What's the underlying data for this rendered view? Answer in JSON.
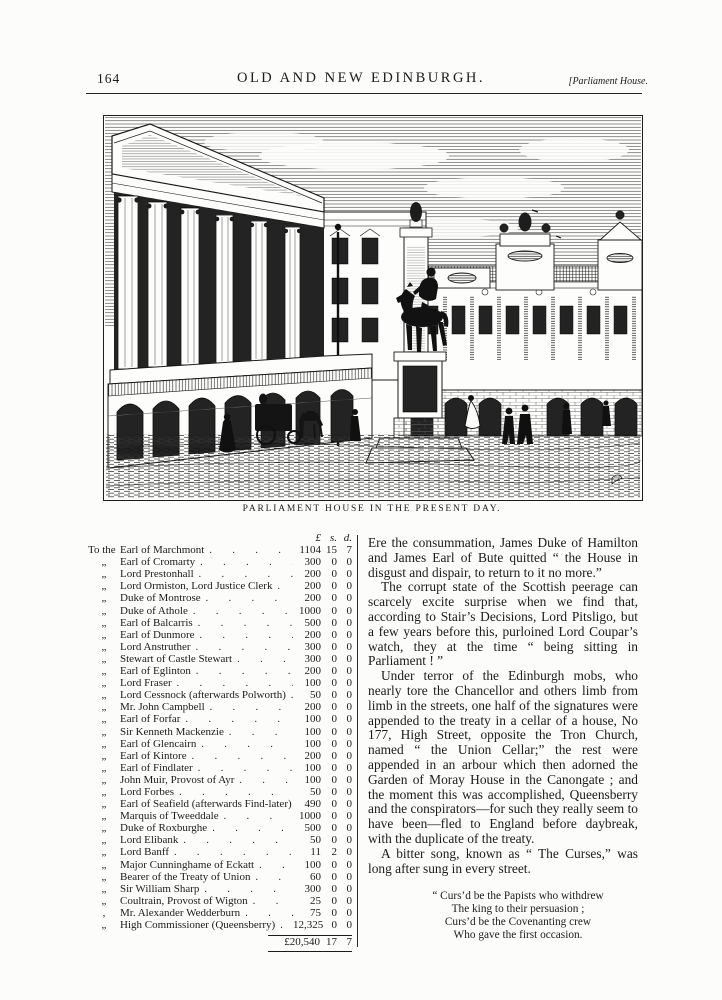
{
  "colors": {
    "paper": "#fcfcfa",
    "ink": "#1b1b1b"
  },
  "header": {
    "page_number": "164",
    "title": "OLD AND NEW EDINBURGH.",
    "section_note": "[Parliament House."
  },
  "figure": {
    "caption": "PARLIAMENT HOUSE IN THE PRESENT DAY.",
    "description": "Engraved view of Parliament Square: the columned portico of Parliament House at the left, arcaded classical facades enclosing the square, the equestrian statue of Charles II on a tall pedestal, with figures and a carriage in the courtyard."
  },
  "ledger": {
    "columns": {
      "pounds": "£",
      "shillings": "s.",
      "pence": "d."
    },
    "rows": [
      {
        "prefix": "To the",
        "name": "Earl of Marchmont",
        "pounds": "1104",
        "shillings": "15",
        "pence": "7"
      },
      {
        "prefix": "„",
        "name": "Earl of Cromarty",
        "pounds": "300",
        "shillings": "0",
        "pence": "0"
      },
      {
        "prefix": "„",
        "name": "Lord Prestonhall",
        "pounds": "200",
        "shillings": "0",
        "pence": "0"
      },
      {
        "prefix": "„",
        "name": "Lord Ormiston, Lord Justice Clerk",
        "pounds": "200",
        "shillings": "0",
        "pence": "0"
      },
      {
        "prefix": "„",
        "name": "Duke of Montrose",
        "pounds": "200",
        "shillings": "0",
        "pence": "0"
      },
      {
        "prefix": "„",
        "name": "Duke of Athole",
        "pounds": "1000",
        "shillings": "0",
        "pence": "0"
      },
      {
        "prefix": "„",
        "name": "Earl of Balcarris",
        "pounds": "500",
        "shillings": "0",
        "pence": "0"
      },
      {
        "prefix": "„",
        "name": "Earl of Dunmore",
        "pounds": "200",
        "shillings": "0",
        "pence": "0"
      },
      {
        "prefix": "„",
        "name": "Lord Anstruther",
        "pounds": "300",
        "shillings": "0",
        "pence": "0"
      },
      {
        "prefix": "„",
        "name": "Stewart of Castle Stewart",
        "pounds": "300",
        "shillings": "0",
        "pence": "0"
      },
      {
        "prefix": "„",
        "name": "Earl of Eglinton",
        "pounds": "200",
        "shillings": "0",
        "pence": "0"
      },
      {
        "prefix": "„",
        "name": "Lord Fraser",
        "pounds": "100",
        "shillings": "0",
        "pence": "0"
      },
      {
        "prefix": "„",
        "name": "Lord Cessnock (afterwards Polworth)",
        "pounds": "50",
        "shillings": "0",
        "pence": "0"
      },
      {
        "prefix": "„",
        "name": "Mr. John Campbell",
        "pounds": "200",
        "shillings": "0",
        "pence": "0"
      },
      {
        "prefix": "„",
        "name": "Earl of Forfar",
        "pounds": "100",
        "shillings": "0",
        "pence": "0"
      },
      {
        "prefix": "„",
        "name": "Sir Kenneth Mackenzie",
        "pounds": "100",
        "shillings": "0",
        "pence": "0"
      },
      {
        "prefix": "„",
        "name": "Earl of Glencairn",
        "pounds": "100",
        "shillings": "0",
        "pence": "0"
      },
      {
        "prefix": "„",
        "name": "Earl of Kintore",
        "pounds": "200",
        "shillings": "0",
        "pence": "0"
      },
      {
        "prefix": "„",
        "name": "Earl of Findlater",
        "pounds": "100",
        "shillings": "0",
        "pence": "0"
      },
      {
        "prefix": "„",
        "name": "John Muir, Provost of Ayr",
        "pounds": "100",
        "shillings": "0",
        "pence": "0"
      },
      {
        "prefix": "„",
        "name": "Lord Forbes",
        "pounds": "50",
        "shillings": "0",
        "pence": "0"
      },
      {
        "prefix": "„",
        "name": "Earl of Seafield (afterwards Find-later)",
        "pounds": "490",
        "shillings": "0",
        "pence": "0"
      },
      {
        "prefix": "„",
        "name": "Marquis of Tweeddale",
        "pounds": "1000",
        "shillings": "0",
        "pence": "0"
      },
      {
        "prefix": "„",
        "name": "Duke of Roxburghe",
        "pounds": "500",
        "shillings": "0",
        "pence": "0"
      },
      {
        "prefix": "„",
        "name": "Lord Elibank",
        "pounds": "50",
        "shillings": "0",
        "pence": "0"
      },
      {
        "prefix": "„",
        "name": "Lord Banff",
        "pounds": "11",
        "shillings": "2",
        "pence": "0"
      },
      {
        "prefix": "„",
        "name": "Major Cunninghame of Eckatt",
        "pounds": "100",
        "shillings": "0",
        "pence": "0"
      },
      {
        "prefix": "„",
        "name": "Bearer of the Treaty of Union",
        "pounds": "60",
        "shillings": "0",
        "pence": "0"
      },
      {
        "prefix": "„",
        "name": "Sir William Sharp",
        "pounds": "300",
        "shillings": "0",
        "pence": "0"
      },
      {
        "prefix": "„",
        "name": "Coultrain, Provost of Wigton",
        "pounds": "25",
        "shillings": "0",
        "pence": "0"
      },
      {
        "prefix": ",",
        "name": "Mr. Alexander Wedderburn",
        "pounds": "75",
        "shillings": "0",
        "pence": "0"
      },
      {
        "prefix": "„",
        "name": "High Commissioner (Queensberry)",
        "pounds": "12,325",
        "shillings": "0",
        "pence": "0"
      }
    ],
    "total": {
      "pounds": "£20,540",
      "shillings": "17",
      "pence": "7"
    }
  },
  "article": {
    "paragraphs": [
      "Ere the consummation, James Duke of Hamilton and James Earl of Bute quitted “ the House in disgust and dispair, to return to it no more.”",
      "The corrupt state of the Scottish peerage can scarcely excite surprise when we find that, according to Stair’s Decisions, Lord Pitsligo, but a few years before this, purloined Lord Coupar’s watch, they at the time “ being sitting in Parliament ! ”",
      "Under terror of the Edinburgh mobs, who nearly tore the Chancellor and others limb from limb in the streets, one half of the signatures were appended to the treaty in a cellar of a house, No 177, High Street, opposite the Tron Church, named “ the Union Cellar;” the rest were appended in an arbour which then adorned the Garden of Moray House in the Canongate ; and the moment this was accomplished, Queensberry and the conspirators—for such they really seem to have been—fled to England before daybreak, with the duplicate of the treaty.",
      "A bitter song, known as “ The Curses,” was long after sung in every street."
    ],
    "verse": "“ Curs’d be the Papists who withdrew\nThe king to their persuasion ;\nCurs’d be the Covenanting crew\nWho gave the first occasion."
  }
}
